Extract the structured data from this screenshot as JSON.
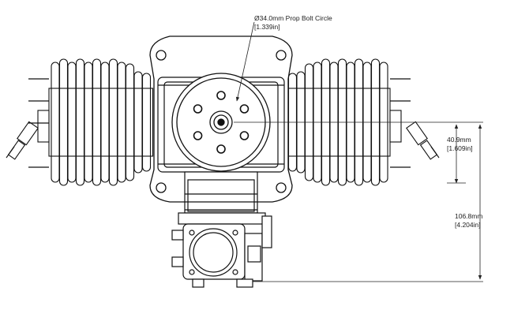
{
  "annotations": {
    "prop_bolt_circle": {
      "value": "Ø34.0mm Prop Bolt Circle",
      "alt": "[1.339in]"
    },
    "dim_shaft_height": {
      "value": "40.9mm",
      "alt": "[1.609in]"
    },
    "dim_total_height": {
      "value": "106.8mm",
      "alt": "[4.204in]"
    }
  }
}
